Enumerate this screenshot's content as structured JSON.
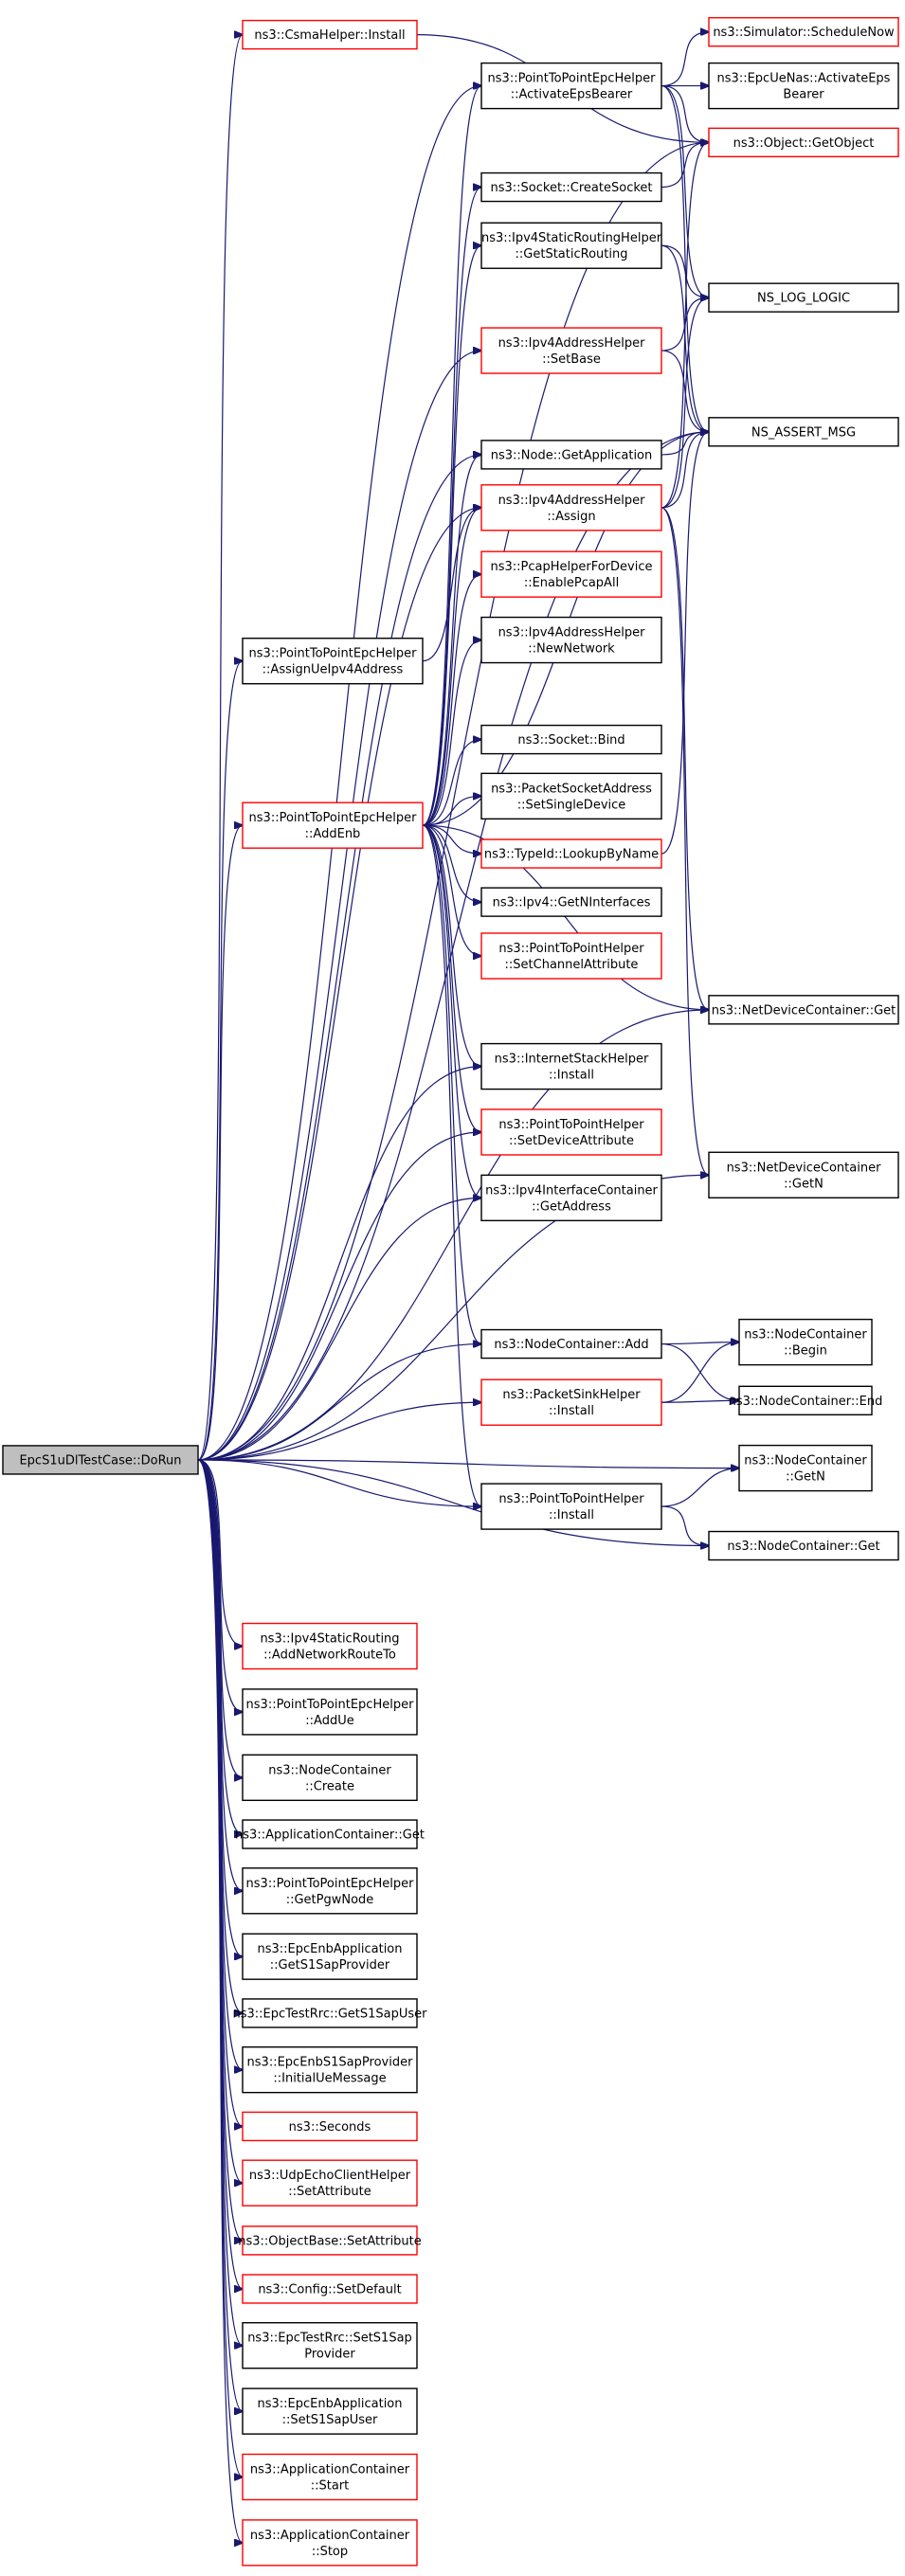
{
  "graph": {
    "root": "EpcS1uDlTestCase::DoRun",
    "nodes": [
      {
        "id": "doRun",
        "label": "EpcS1uDlTestCase::DoRun",
        "style": "root"
      },
      {
        "id": "csmaInstall",
        "label": "ns3::CsmaHelper::Install",
        "style": "red"
      },
      {
        "id": "activateEps",
        "label": "ns3::PointToPointEpcHelper\n::ActivateEpsBearer",
        "style": "black"
      },
      {
        "id": "schedNow",
        "label": "ns3::Simulator::ScheduleNow",
        "style": "red"
      },
      {
        "id": "ueNas",
        "label": "ns3::EpcUeNas::ActivateEps\nBearer",
        "style": "black"
      },
      {
        "id": "getObject",
        "label": "ns3::Object::GetObject",
        "style": "red"
      },
      {
        "id": "createSocket",
        "label": "ns3::Socket::CreateSocket",
        "style": "black"
      },
      {
        "id": "ipv4Static",
        "label": "ns3::Ipv4StaticRoutingHelper\n::GetStaticRouting",
        "style": "black"
      },
      {
        "id": "nsLog",
        "label": "NS_LOG_LOGIC",
        "style": "black"
      },
      {
        "id": "setBase",
        "label": "ns3::Ipv4AddressHelper\n::SetBase",
        "style": "red"
      },
      {
        "id": "nsAssert",
        "label": "NS_ASSERT_MSG",
        "style": "black"
      },
      {
        "id": "getApp",
        "label": "ns3::Node::GetApplication",
        "style": "black"
      },
      {
        "id": "assign",
        "label": "ns3::Ipv4AddressHelper\n::Assign",
        "style": "red"
      },
      {
        "id": "assignUe",
        "label": "ns3::PointToPointEpcHelper\n::AssignUeIpv4Address",
        "style": "black"
      },
      {
        "id": "pcap",
        "label": "ns3::PcapHelperForDevice\n::EnablePcapAll",
        "style": "red"
      },
      {
        "id": "newNet",
        "label": "ns3::Ipv4AddressHelper\n::NewNetwork",
        "style": "black"
      },
      {
        "id": "bind",
        "label": "ns3::Socket::Bind",
        "style": "black"
      },
      {
        "id": "pktSock",
        "label": "ns3::PacketSocketAddress\n::SetSingleDevice",
        "style": "black"
      },
      {
        "id": "addEnb",
        "label": "ns3::PointToPointEpcHelper\n::AddEnb",
        "style": "red"
      },
      {
        "id": "typeId",
        "label": "ns3::TypeId::LookupByName",
        "style": "red"
      },
      {
        "id": "getNIf",
        "label": "ns3::Ipv4::GetNInterfaces",
        "style": "black"
      },
      {
        "id": "chanAttr",
        "label": "ns3::PointToPointHelper\n::SetChannelAttribute",
        "style": "red"
      },
      {
        "id": "ndcGet",
        "label": "ns3::NetDeviceContainer::Get",
        "style": "black"
      },
      {
        "id": "inetInstall",
        "label": "ns3::InternetStackHelper\n::Install",
        "style": "black"
      },
      {
        "id": "devAttr",
        "label": "ns3::PointToPointHelper\n::SetDeviceAttribute",
        "style": "red"
      },
      {
        "id": "ndcGetN",
        "label": "ns3::NetDeviceContainer\n::GetN",
        "style": "black"
      },
      {
        "id": "ipv4IfAddr",
        "label": "ns3::Ipv4InterfaceContainer\n::GetAddress",
        "style": "black"
      },
      {
        "id": "ncAdd",
        "label": "ns3::NodeContainer::Add",
        "style": "black"
      },
      {
        "id": "ncBegin",
        "label": "ns3::NodeContainer\n::Begin",
        "style": "black"
      },
      {
        "id": "sinkInstall",
        "label": "ns3::PacketSinkHelper\n::Install",
        "style": "red"
      },
      {
        "id": "ncEnd",
        "label": "ns3::NodeContainer::End",
        "style": "black"
      },
      {
        "id": "ncGetN",
        "label": "ns3::NodeContainer\n::GetN",
        "style": "black"
      },
      {
        "id": "p2pInstall",
        "label": "ns3::PointToPointHelper\n::Install",
        "style": "black"
      },
      {
        "id": "ncGet",
        "label": "ns3::NodeContainer::Get",
        "style": "black"
      },
      {
        "id": "addRoute",
        "label": "ns3::Ipv4StaticRouting\n::AddNetworkRouteTo",
        "style": "red"
      },
      {
        "id": "addUe",
        "label": "ns3::PointToPointEpcHelper\n::AddUe",
        "style": "black"
      },
      {
        "id": "ncCreate",
        "label": "ns3::NodeContainer\n::Create",
        "style": "black"
      },
      {
        "id": "appGet",
        "label": "ns3::ApplicationContainer::Get",
        "style": "black"
      },
      {
        "id": "getPgw",
        "label": "ns3::PointToPointEpcHelper\n::GetPgwNode",
        "style": "black"
      },
      {
        "id": "enbGetS1",
        "label": "ns3::EpcEnbApplication\n::GetS1SapProvider",
        "style": "black"
      },
      {
        "id": "rrcGetS1",
        "label": "ns3::EpcTestRrc::GetS1SapUser",
        "style": "black"
      },
      {
        "id": "initUe",
        "label": "ns3::EpcEnbS1SapProvider\n::InitialUeMessage",
        "style": "black"
      },
      {
        "id": "seconds",
        "label": "ns3::Seconds",
        "style": "red"
      },
      {
        "id": "udpAttr",
        "label": "ns3::UdpEchoClientHelper\n::SetAttribute",
        "style": "red"
      },
      {
        "id": "objAttr",
        "label": "ns3::ObjectBase::SetAttribute",
        "style": "red"
      },
      {
        "id": "cfgDefault",
        "label": "ns3::Config::SetDefault",
        "style": "red"
      },
      {
        "id": "rrcSetS1",
        "label": "ns3::EpcTestRrc::SetS1Sap\nProvider",
        "style": "black"
      },
      {
        "id": "enbSetS1",
        "label": "ns3::EpcEnbApplication\n::SetS1SapUser",
        "style": "black"
      },
      {
        "id": "appStart",
        "label": "ns3::ApplicationContainer\n::Start",
        "style": "red"
      },
      {
        "id": "appStop",
        "label": "ns3::ApplicationContainer\n::Stop",
        "style": "red"
      }
    ],
    "edges": [
      [
        "doRun",
        "csmaInstall"
      ],
      [
        "doRun",
        "activateEps"
      ],
      [
        "doRun",
        "getObject"
      ],
      [
        "doRun",
        "setBase"
      ],
      [
        "doRun",
        "nsAssert"
      ],
      [
        "doRun",
        "getApp"
      ],
      [
        "doRun",
        "assign"
      ],
      [
        "doRun",
        "assignUe"
      ],
      [
        "doRun",
        "addEnb"
      ],
      [
        "doRun",
        "ndcGet"
      ],
      [
        "doRun",
        "inetInstall"
      ],
      [
        "doRun",
        "devAttr"
      ],
      [
        "doRun",
        "ipv4IfAddr"
      ],
      [
        "doRun",
        "ndcGetN"
      ],
      [
        "doRun",
        "ncAdd"
      ],
      [
        "doRun",
        "sinkInstall"
      ],
      [
        "doRun",
        "ncGetN"
      ],
      [
        "doRun",
        "p2pInstall"
      ],
      [
        "doRun",
        "ncGet"
      ],
      [
        "doRun",
        "addRoute"
      ],
      [
        "doRun",
        "addUe"
      ],
      [
        "doRun",
        "ncCreate"
      ],
      [
        "doRun",
        "appGet"
      ],
      [
        "doRun",
        "getPgw"
      ],
      [
        "doRun",
        "enbGetS1"
      ],
      [
        "doRun",
        "rrcGetS1"
      ],
      [
        "doRun",
        "initUe"
      ],
      [
        "doRun",
        "seconds"
      ],
      [
        "doRun",
        "udpAttr"
      ],
      [
        "doRun",
        "objAttr"
      ],
      [
        "doRun",
        "cfgDefault"
      ],
      [
        "doRun",
        "rrcSetS1"
      ],
      [
        "doRun",
        "enbSetS1"
      ],
      [
        "doRun",
        "appStart"
      ],
      [
        "doRun",
        "appStop"
      ],
      [
        "csmaInstall",
        "getObject"
      ],
      [
        "activateEps",
        "schedNow"
      ],
      [
        "activateEps",
        "ueNas"
      ],
      [
        "activateEps",
        "getObject"
      ],
      [
        "activateEps",
        "nsLog"
      ],
      [
        "activateEps",
        "nsAssert"
      ],
      [
        "createSocket",
        "getObject"
      ],
      [
        "ipv4Static",
        "nsLog"
      ],
      [
        "ipv4Static",
        "nsAssert"
      ],
      [
        "setBase",
        "nsLog"
      ],
      [
        "setBase",
        "nsAssert"
      ],
      [
        "getApp",
        "nsAssert"
      ],
      [
        "assign",
        "getObject"
      ],
      [
        "assign",
        "nsLog"
      ],
      [
        "assign",
        "nsAssert"
      ],
      [
        "assign",
        "ndcGet"
      ],
      [
        "assign",
        "ndcGetN"
      ],
      [
        "assignUe",
        "assign"
      ],
      [
        "addEnb",
        "activateEps"
      ],
      [
        "addEnb",
        "createSocket"
      ],
      [
        "addEnb",
        "ipv4Static"
      ],
      [
        "addEnb",
        "nsAssert"
      ],
      [
        "addEnb",
        "getApp"
      ],
      [
        "addEnb",
        "assign"
      ],
      [
        "addEnb",
        "pcap"
      ],
      [
        "addEnb",
        "newNet"
      ],
      [
        "addEnb",
        "bind"
      ],
      [
        "addEnb",
        "pktSock"
      ],
      [
        "addEnb",
        "typeId"
      ],
      [
        "addEnb",
        "getNIf"
      ],
      [
        "addEnb",
        "chanAttr"
      ],
      [
        "addEnb",
        "ndcGet"
      ],
      [
        "addEnb",
        "inetInstall"
      ],
      [
        "addEnb",
        "devAttr"
      ],
      [
        "addEnb",
        "ipv4IfAddr"
      ],
      [
        "addEnb",
        "ncAdd"
      ],
      [
        "addEnb",
        "p2pInstall"
      ],
      [
        "typeId",
        "nsAssert"
      ],
      [
        "ncAdd",
        "ncBegin"
      ],
      [
        "ncAdd",
        "ncEnd"
      ],
      [
        "sinkInstall",
        "ncBegin"
      ],
      [
        "sinkInstall",
        "ncEnd"
      ],
      [
        "p2pInstall",
        "ncGetN"
      ],
      [
        "p2pInstall",
        "ncGet"
      ]
    ]
  },
  "colors": {
    "edge": "#191970",
    "black_border": "#000000",
    "red_border": "#ff0000",
    "root_fill": "#bfbfbf",
    "node_fill": "#ffffff",
    "text": "#000000"
  }
}
